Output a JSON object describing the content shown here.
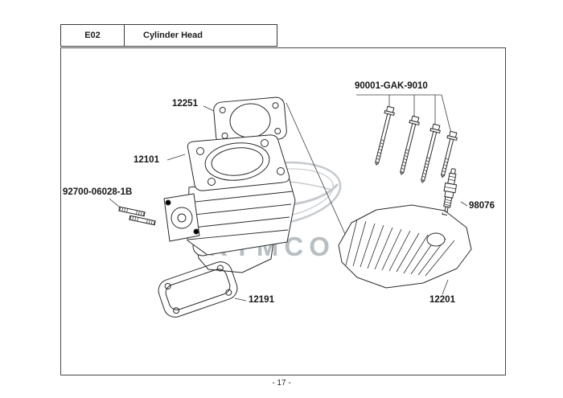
{
  "header": {
    "code": "E02",
    "title": "Cylinder Head"
  },
  "footer": {
    "page_number": "- 17 -"
  },
  "watermark": {
    "text": "KYMCO"
  },
  "colors": {
    "line": "#2a2a2a",
    "watermark_gray": "#b9bec3",
    "background": "#ffffff"
  },
  "parts": [
    {
      "label": "12251"
    },
    {
      "label": "12101"
    },
    {
      "label": "92700-06028-1B"
    },
    {
      "label": "12191"
    },
    {
      "label": "90001-GAK-9010"
    },
    {
      "label": "98076"
    },
    {
      "label": "12201"
    }
  ]
}
